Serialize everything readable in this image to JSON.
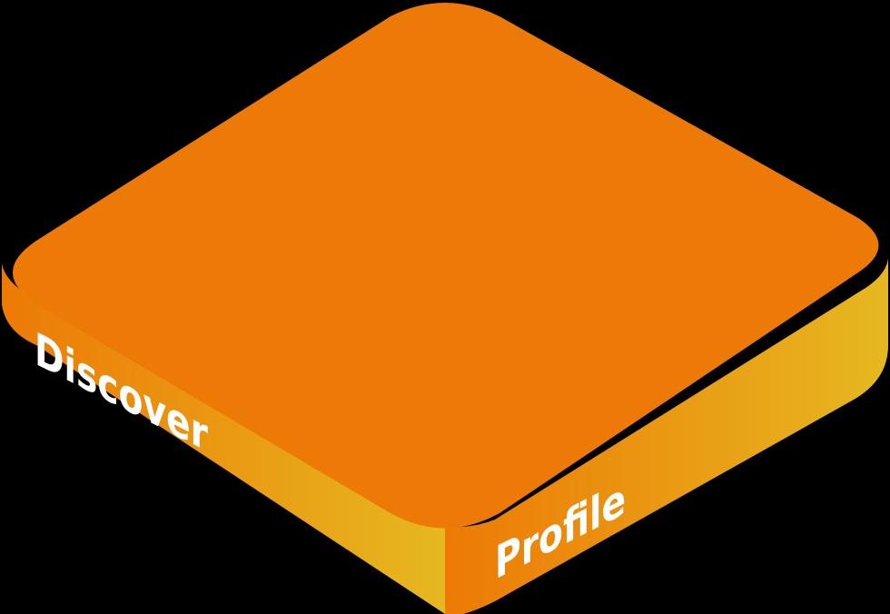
{
  "diagram": {
    "shape": "isometric-rounded-slab",
    "faces": {
      "top": {
        "color": "#ED7A06"
      },
      "left": {
        "label": "Discover",
        "gradient_start": "#ED7A06",
        "gradient_end": "#E6B820"
      },
      "right": {
        "label": "Profile",
        "gradient_start": "#ED7A06",
        "gradient_end": "#E6B820"
      }
    },
    "background": "#000000"
  }
}
